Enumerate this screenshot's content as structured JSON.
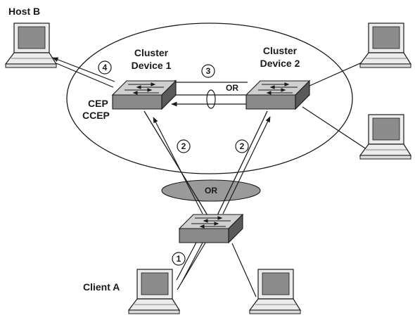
{
  "labels": {
    "host_b": "Host B",
    "cluster_device_1": [
      "Cluster",
      "Device 1"
    ],
    "cluster_device_2": [
      "Cluster",
      "Device 2"
    ],
    "cep": "CEP",
    "ccep": "CCEP",
    "client_a": "Client A",
    "or_top": "OR",
    "or_bottom": "OR"
  },
  "steps": [
    "1",
    "2",
    "2",
    "3",
    "4"
  ],
  "colors": {
    "stroke": "#1a1a1a",
    "switch_top": "#cfcfcf",
    "switch_front": "#8a8a8a",
    "switch_side": "#5a5a5a",
    "or_ellipse": "#9a9a9a",
    "laptop_screen": "#8c8c8c",
    "laptop_body": "#ececec"
  }
}
